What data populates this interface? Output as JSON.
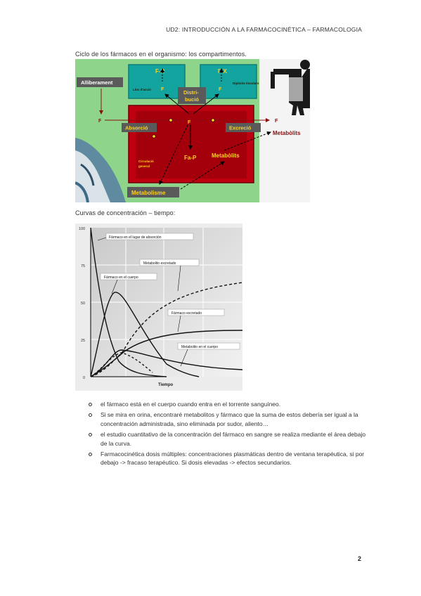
{
  "header": {
    "title": "UD2: INTRODUCCIÓN A LA FARMACOCINÉTICA – FARMACOLOGIA"
  },
  "captions": {
    "cycle": "Ciclo de los fármacos en el organismo: los compartimentos.",
    "curves": "Curvas de concentración – tiempo:"
  },
  "figure1": {
    "alliberament": "Alliberament",
    "fr": "F-R",
    "fx": "F-X",
    "lloc_accio": "Lloc d'acció",
    "diposits": "Dipòsits tissulars",
    "distribucio_1": "Distri-",
    "distribucio_2": "bució",
    "f": "F",
    "absorcio": "Absorció",
    "excrecio": "Excreció",
    "metabolits_out": "Metabòlits",
    "circulacio_1": "Circulació",
    "circulacio_2": "general",
    "fap": "Fa-P",
    "metabolits_in": "Metabòlits",
    "metabolisme": "Metabolisme",
    "colors": {
      "bg": "#8ed48a",
      "teal": "#13a4a0",
      "red_outer": "#bf0010",
      "red_inner": "#a3000b",
      "label_bg": "#5a5a5a",
      "yellow": "#ffd21e"
    }
  },
  "figure2": {
    "xlabel": "Tiempo",
    "yticks": [
      "100",
      "75",
      "50",
      "25",
      "0"
    ],
    "labels": {
      "absorcion": "Fármaco en el lugar de absorción",
      "met_excretado": "Metabolito excretado",
      "cuerpo": "Fármaco en el cuerpo",
      "excretado": "Fármaco excretado",
      "met_cuerpo": "Metabolito en el cuerpo"
    }
  },
  "bullets": [
    "el fármaco está en el cuerpo cuando entra en el torrente sanguíneo.",
    "Si se mira en orina, encontraré metabolitos y fármaco que la suma de estos debería ser igual a la concentración administrada, sino eliminada por sudor, aliento…",
    "el estudio cuantitativo de la concentración del fármaco en sangre se realiza mediante el área debajo de la curva.",
    "Farmacocinética dosis múltiples: concentraciones plasmáticas dentro de ventana terapéutica, si por debajo -> fracaso terapéutico. Si dosis elevadas -> efectos secundarios."
  ],
  "page_number": "2"
}
